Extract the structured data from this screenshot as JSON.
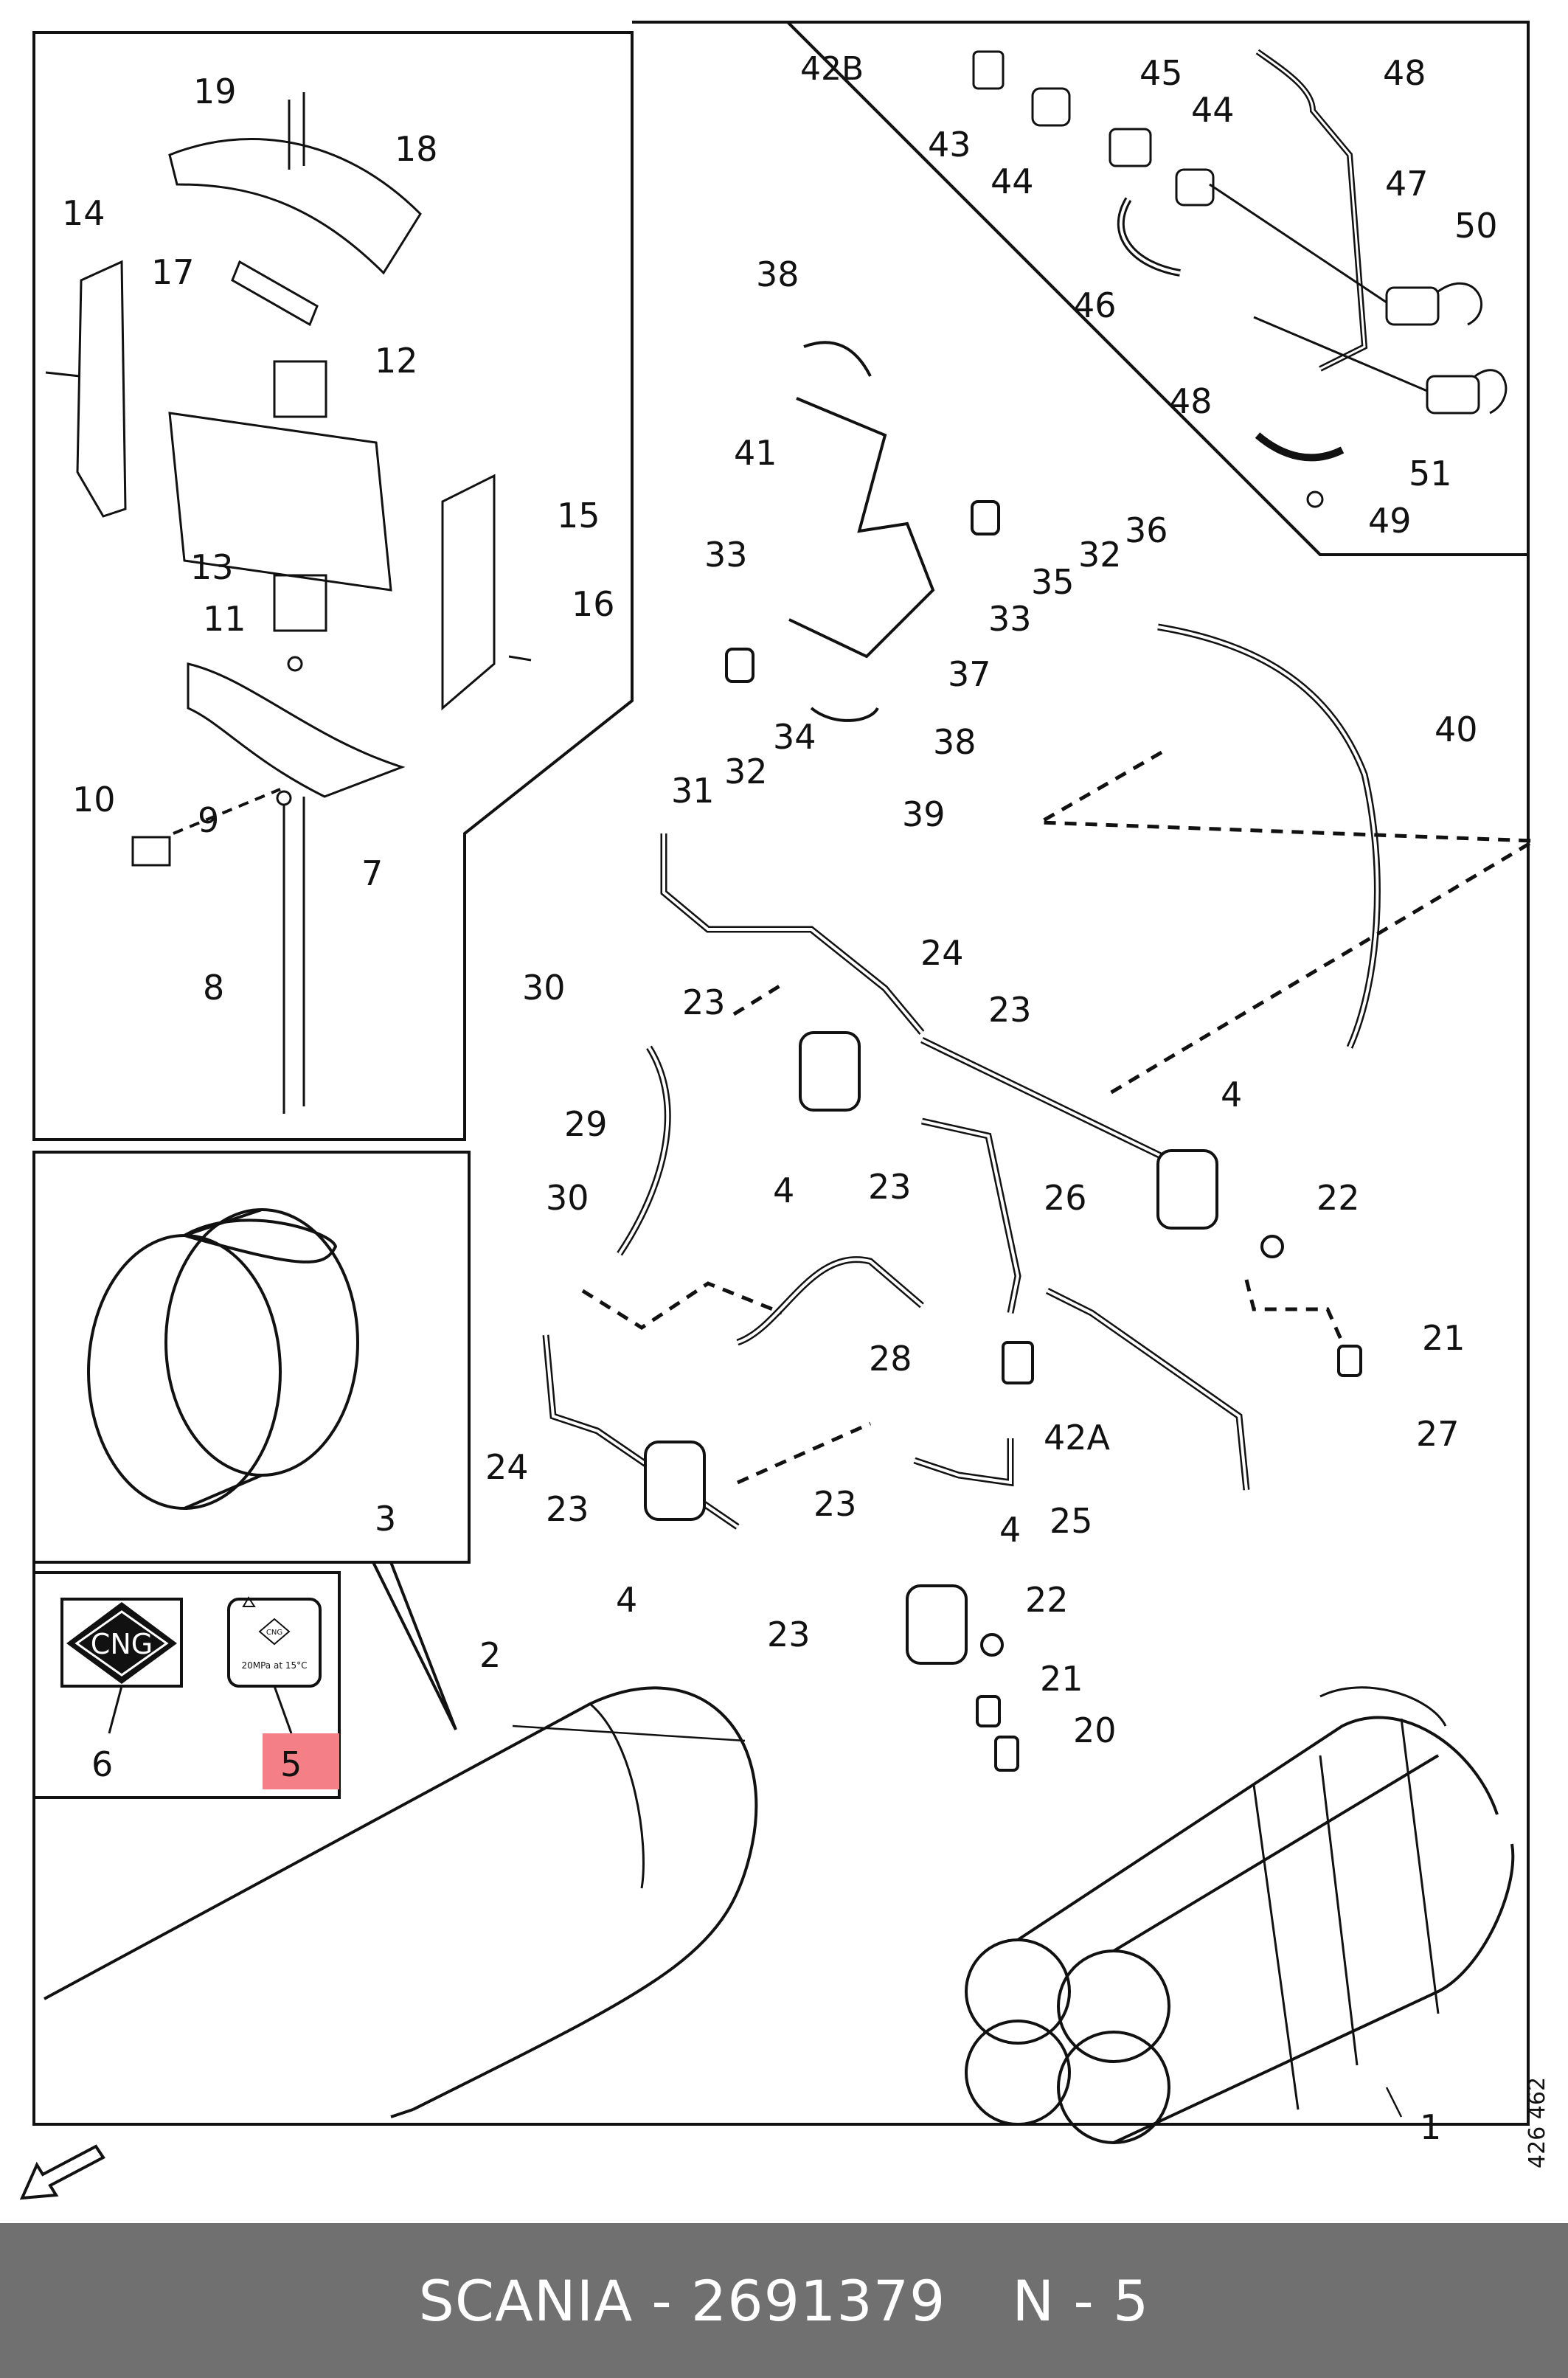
{
  "callouts": [
    {
      "id": "c1",
      "text": "1"
    },
    {
      "id": "c2",
      "text": "2"
    },
    {
      "id": "c3",
      "text": "3"
    },
    {
      "id": "c4a",
      "text": "4"
    },
    {
      "id": "c4b",
      "text": "4"
    },
    {
      "id": "c4c",
      "text": "4"
    },
    {
      "id": "c4d",
      "text": "4"
    },
    {
      "id": "c5",
      "text": "5"
    },
    {
      "id": "c6",
      "text": "6"
    },
    {
      "id": "c7",
      "text": "7"
    },
    {
      "id": "c8",
      "text": "8"
    },
    {
      "id": "c9",
      "text": "9"
    },
    {
      "id": "c10",
      "text": "10"
    },
    {
      "id": "c11",
      "text": "11"
    },
    {
      "id": "c12",
      "text": "12"
    },
    {
      "id": "c13",
      "text": "13"
    },
    {
      "id": "c14",
      "text": "14"
    },
    {
      "id": "c15",
      "text": "15"
    },
    {
      "id": "c16",
      "text": "16"
    },
    {
      "id": "c17",
      "text": "17"
    },
    {
      "id": "c18",
      "text": "18"
    },
    {
      "id": "c19",
      "text": "19"
    },
    {
      "id": "c20",
      "text": "20"
    },
    {
      "id": "c21a",
      "text": "21"
    },
    {
      "id": "c21b",
      "text": "21"
    },
    {
      "id": "c22a",
      "text": "22"
    },
    {
      "id": "c22b",
      "text": "22"
    },
    {
      "id": "c23a",
      "text": "23"
    },
    {
      "id": "c23b",
      "text": "23"
    },
    {
      "id": "c23c",
      "text": "23"
    },
    {
      "id": "c23d",
      "text": "23"
    },
    {
      "id": "c23e",
      "text": "23"
    },
    {
      "id": "c23f",
      "text": "23"
    },
    {
      "id": "c24a",
      "text": "24"
    },
    {
      "id": "c24b",
      "text": "24"
    },
    {
      "id": "c25",
      "text": "25"
    },
    {
      "id": "c26",
      "text": "26"
    },
    {
      "id": "c27",
      "text": "27"
    },
    {
      "id": "c28",
      "text": "28"
    },
    {
      "id": "c29",
      "text": "29"
    },
    {
      "id": "c30a",
      "text": "30"
    },
    {
      "id": "c30b",
      "text": "30"
    },
    {
      "id": "c31",
      "text": "31"
    },
    {
      "id": "c32a",
      "text": "32"
    },
    {
      "id": "c32b",
      "text": "32"
    },
    {
      "id": "c33a",
      "text": "33"
    },
    {
      "id": "c33b",
      "text": "33"
    },
    {
      "id": "c34",
      "text": "34"
    },
    {
      "id": "c35",
      "text": "35"
    },
    {
      "id": "c36",
      "text": "36"
    },
    {
      "id": "c37",
      "text": "37"
    },
    {
      "id": "c38a",
      "text": "38"
    },
    {
      "id": "c38b",
      "text": "38"
    },
    {
      "id": "c39",
      "text": "39"
    },
    {
      "id": "c40",
      "text": "40"
    },
    {
      "id": "c41",
      "text": "41"
    },
    {
      "id": "c42a",
      "text": "42A"
    },
    {
      "id": "c43",
      "text": "43"
    },
    {
      "id": "c44a",
      "text": "44"
    },
    {
      "id": "c44b",
      "text": "44"
    },
    {
      "id": "c45",
      "text": "45"
    },
    {
      "id": "c46",
      "text": "46"
    },
    {
      "id": "c47",
      "text": "47"
    },
    {
      "id": "c48a",
      "text": "48"
    },
    {
      "id": "c48b",
      "text": "48"
    },
    {
      "id": "c49",
      "text": "49"
    },
    {
      "id": "c50",
      "text": "50"
    },
    {
      "id": "c51",
      "text": "51"
    }
  ],
  "box_42b_label": "42B",
  "cng_sign_text": "CNG",
  "cng_label_text": "CNG",
  "cng_label_pressure": "20MPa at 15°C",
  "highlighted_item": "5",
  "drawing_number": "426 462",
  "footer": {
    "brand_part": "SCANIA - 2691379",
    "position": "N - 5"
  },
  "colors": {
    "highlight": "#f47f86",
    "footer_bg": "#707070",
    "footer_text": "#ffffff",
    "line": "#111111"
  },
  "icons": {
    "front_arrow": "direction-arrow-icon",
    "cng_diamond": "cng-diamond-icon",
    "warning": "warning-triangle-icon"
  }
}
